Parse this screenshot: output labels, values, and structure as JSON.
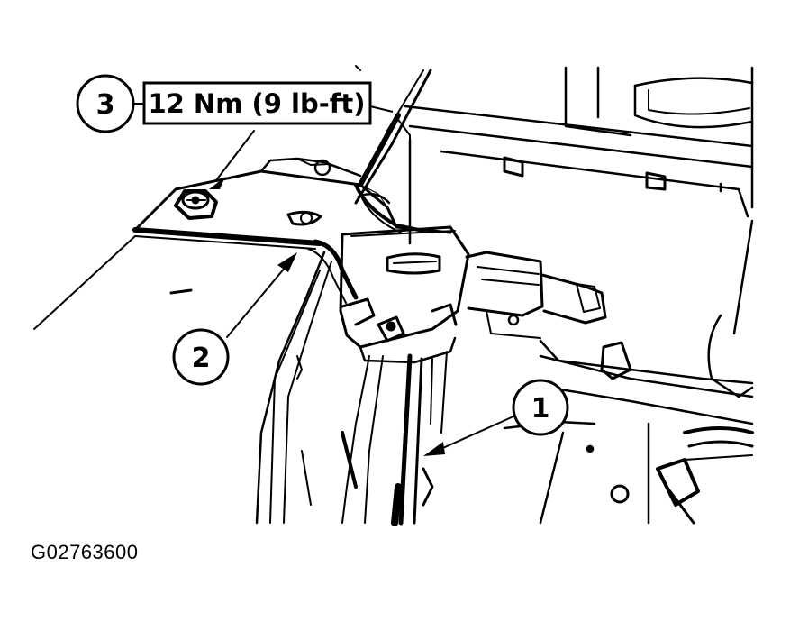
{
  "figure": {
    "id": "G02763600",
    "callouts": [
      {
        "number": "3",
        "label": "12 Nm (9 lb-ft)"
      },
      {
        "number": "2"
      },
      {
        "number": "1"
      }
    ]
  },
  "colors": {
    "ink": "#000000",
    "paper": "#ffffff"
  }
}
